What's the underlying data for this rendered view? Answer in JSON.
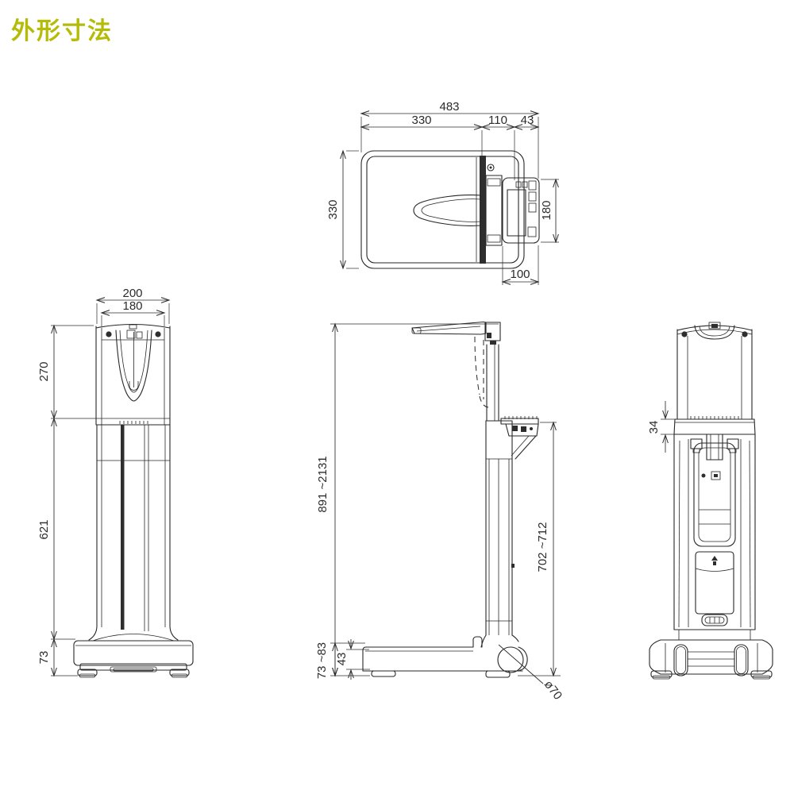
{
  "title": "外形寸法",
  "colors": {
    "title": "#b4bc08",
    "line": "#2b2b2b"
  },
  "views": {
    "top": {
      "label": "top-view",
      "dims": {
        "overall_width": "483",
        "platform_width": "330",
        "column_section": "110",
        "display_overhang": "43",
        "platform_depth": "330",
        "display_height": "180",
        "display_width": "100"
      }
    },
    "front": {
      "label": "front-view",
      "dims": {
        "head_outer_width": "200",
        "head_inner_width": "180",
        "head_height": "270",
        "column_height": "621",
        "base_height": "73"
      }
    },
    "side": {
      "label": "side-view",
      "dims": {
        "overall_height": "891 ~2131",
        "column_top_height": "702 ~712",
        "base_height_range": "73 ~83",
        "platform_thickness": "43",
        "caster_diameter": "ø70"
      }
    },
    "rear": {
      "label": "rear-view",
      "dims": {
        "collar_height": "34"
      }
    }
  }
}
